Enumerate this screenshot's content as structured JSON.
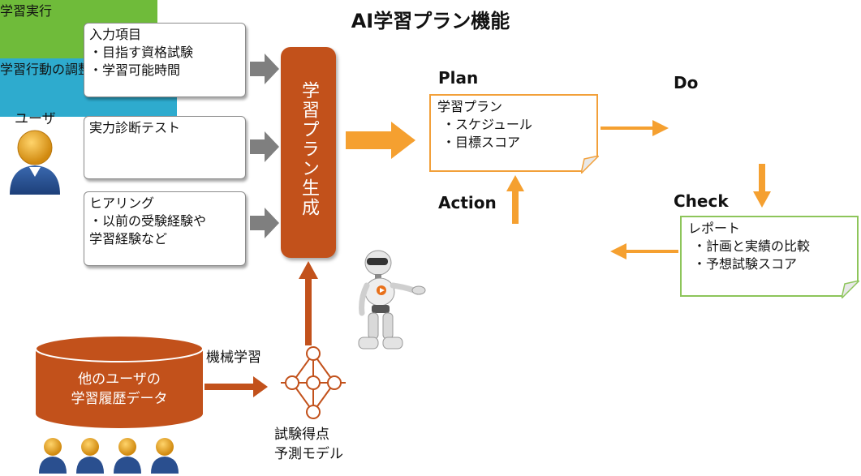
{
  "title": "AI学習プラン機能",
  "user": {
    "label": "ユーザ"
  },
  "inputs": [
    {
      "lines": [
        "入力項目",
        "・目指す資格試験",
        "・学習可能時間"
      ]
    },
    {
      "lines": [
        "実力診断テスト"
      ]
    },
    {
      "lines": [
        "ヒアリング",
        "・以前の受験経験や",
        "学習経験など"
      ]
    }
  ],
  "generator": {
    "label": "学習プラン生成"
  },
  "cycle": {
    "plan": {
      "heading": "Plan",
      "lines": [
        "学習プラン",
        "・スケジュール",
        "・目標スコア"
      ]
    },
    "do": {
      "heading": "Do",
      "label": "学習実行"
    },
    "check": {
      "heading": "Check",
      "lines": [
        "レポート",
        "・計画と実績の比較",
        "・予想試験スコア"
      ]
    },
    "action": {
      "heading": "Action",
      "label": "学習行動の調整"
    }
  },
  "database": {
    "lines": [
      "他のユーザの",
      "学習履歴データ"
    ]
  },
  "ml": {
    "label": "機械学習"
  },
  "model": {
    "lines": [
      "試験得点",
      "予測モデル"
    ]
  },
  "colors": {
    "brown": "#c2511b",
    "orange": "#f5a030",
    "green": "#6fbb3a",
    "blue": "#2eabce",
    "gray_arrow": "#7f7f7f"
  }
}
